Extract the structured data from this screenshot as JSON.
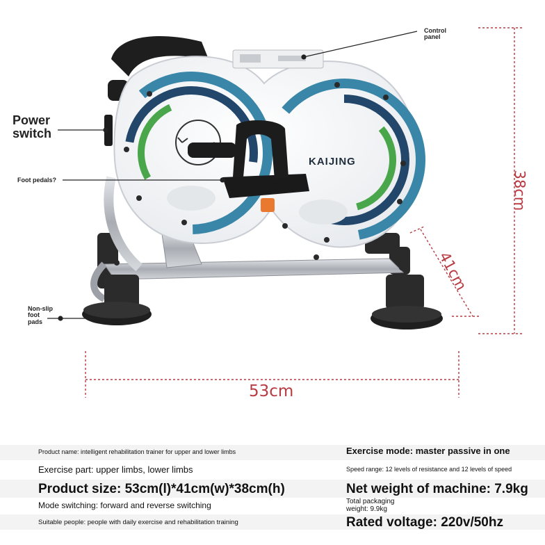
{
  "callouts": {
    "control_panel": "Control\npanel",
    "power_switch": "Power\nswitch",
    "foot_pedals": "Foot pedals?",
    "non_slip_pads": "Non-slip\nfoot\npads"
  },
  "brand_logo_text": "KAIJING",
  "dimensions": {
    "height": "38cm",
    "depth": "41cm",
    "width": "53cm"
  },
  "specs": {
    "product_name": "Product name: intelligent rehabilitation trainer for upper and lower limbs",
    "exercise_mode": "Exercise mode: master passive in one",
    "exercise_part": "Exercise part: upper limbs, lower limbs",
    "speed_range": "Speed range: 12 levels of resistance and 12 levels of speed",
    "product_size": "Product size: 53cm(l)*41cm(w)*38cm(h)",
    "net_weight": "Net weight of machine: 7.9kg",
    "mode_switching": "Mode switching: forward and reverse switching",
    "packaging_weight": "Total packaging\nweight: 9.9kg",
    "suitable_people": "Suitable people: people with daily exercise and rehabilitation training",
    "rated_voltage": "Rated voltage: 220v/50hz"
  },
  "colors": {
    "dimension_line": "#b83a42",
    "ring_blue": "#3a86a8",
    "ring_navy": "#22476a",
    "ring_green": "#4aa64a",
    "frame_gray": "#b8bcc2"
  }
}
